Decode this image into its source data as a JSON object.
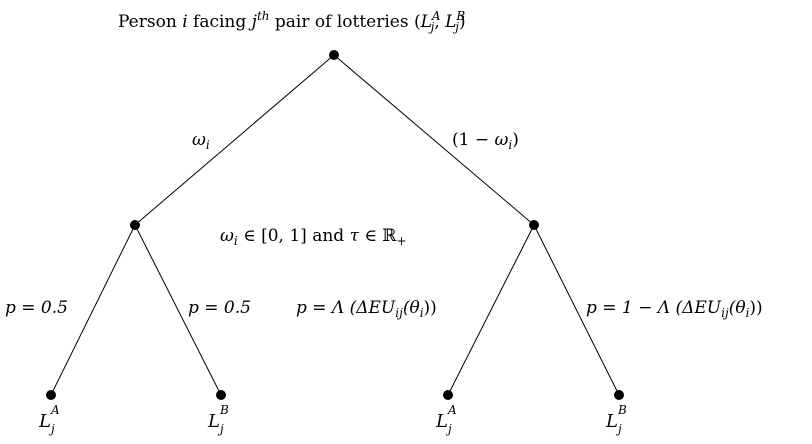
{
  "title": {
    "prefix": "Person ",
    "person_var": "i",
    "mid": " facing ",
    "pair_var": "j",
    "pair_sup": "th",
    "suffix": " pair of lotteries (",
    "la": "L",
    "la_sup": "A",
    "la_sub": "j",
    "comma": ", ",
    "lb": "L",
    "lb_sup": "B",
    "lb_sub": "j",
    "close": ")"
  },
  "branch_left": {
    "sym": "ω",
    "sub": "i"
  },
  "branch_right": {
    "open": "(1 − ",
    "sym": "ω",
    "sub": "i",
    "close": ")"
  },
  "condition": {
    "sym": "ω",
    "sub": "i",
    "range": " ∈ [0, 1] ",
    "and": "and",
    "tau": " τ",
    "set": " ∈ ℝ",
    "set_sub": "+"
  },
  "prob_ll": "p = 0.5",
  "prob_lr": "p = 0.5",
  "prob_rl": {
    "lhs": "p = Λ (ΔEU",
    "sub": "ij",
    "arg": "(θ",
    "arg_sub": "i",
    "close": "))"
  },
  "prob_rr": {
    "lhs": "p = 1 − Λ (ΔEU",
    "sub": "ij",
    "arg": "(θ",
    "arg_sub": "i",
    "close": "))"
  },
  "leaves": [
    {
      "base": "L",
      "sup": "A",
      "sub": "j"
    },
    {
      "base": "L",
      "sup": "B",
      "sub": "j"
    },
    {
      "base": "L",
      "sup": "A",
      "sub": "j"
    },
    {
      "base": "L",
      "sup": "B",
      "sub": "j"
    }
  ]
}
